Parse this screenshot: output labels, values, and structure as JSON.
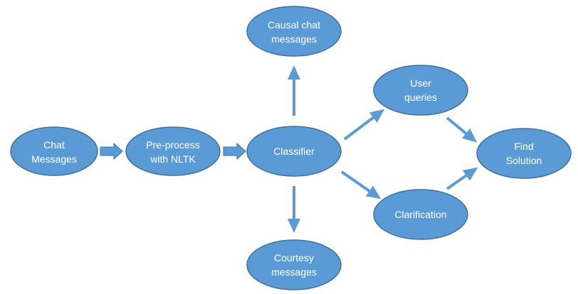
{
  "colors": {
    "node_fill": "#5b9bd5",
    "node_stroke": "#41719c",
    "label_text": "#ffffff",
    "background": "#ffffff"
  },
  "nodes": {
    "chat": {
      "line1": "Chat",
      "line2": "Messages"
    },
    "preprocess": {
      "line1": "Pre-process",
      "line2": "with NLTK"
    },
    "classifier": {
      "line1": "Classifier"
    },
    "causal": {
      "line1": "Causal chat",
      "line2": "messages"
    },
    "courtesy": {
      "line1": "Courtesy",
      "line2": "messages"
    },
    "queries": {
      "line1": "User",
      "line2": "queries"
    },
    "clarification": {
      "line1": "Clarification"
    },
    "solution": {
      "line1": "Find",
      "line2": "Solution"
    }
  }
}
